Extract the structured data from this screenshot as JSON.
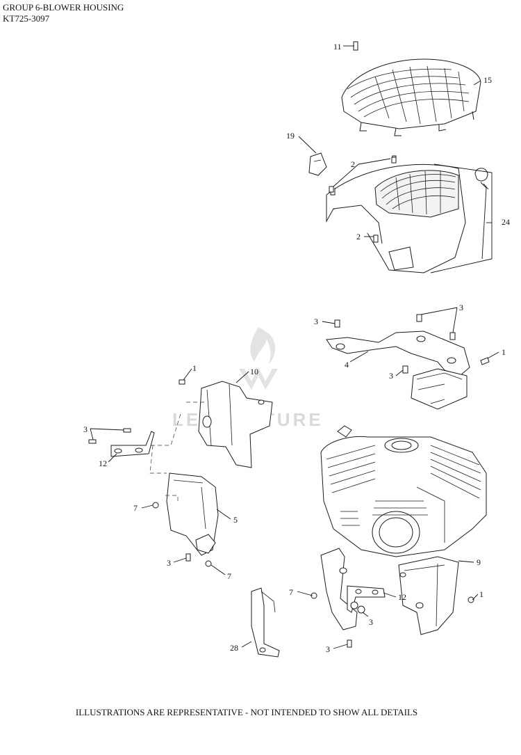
{
  "header": {
    "line1": "GROUP 6-BLOWER HOUSING",
    "line2": "KT725-3097"
  },
  "footer": {
    "note": "ILLUSTRATIONS ARE REPRESENTATIVE - NOT INTENDED TO SHOW ALL DETAILS"
  },
  "watermark": {
    "text": "LEOVENTURE"
  },
  "callouts": [
    "11",
    "15",
    "19",
    "2",
    "2",
    "24",
    "3",
    "3",
    "4",
    "1",
    "3",
    "10",
    "1",
    "3",
    "12",
    "7",
    "5",
    "3",
    "7",
    "9",
    "7",
    "12",
    "1",
    "3",
    "28",
    "3"
  ]
}
